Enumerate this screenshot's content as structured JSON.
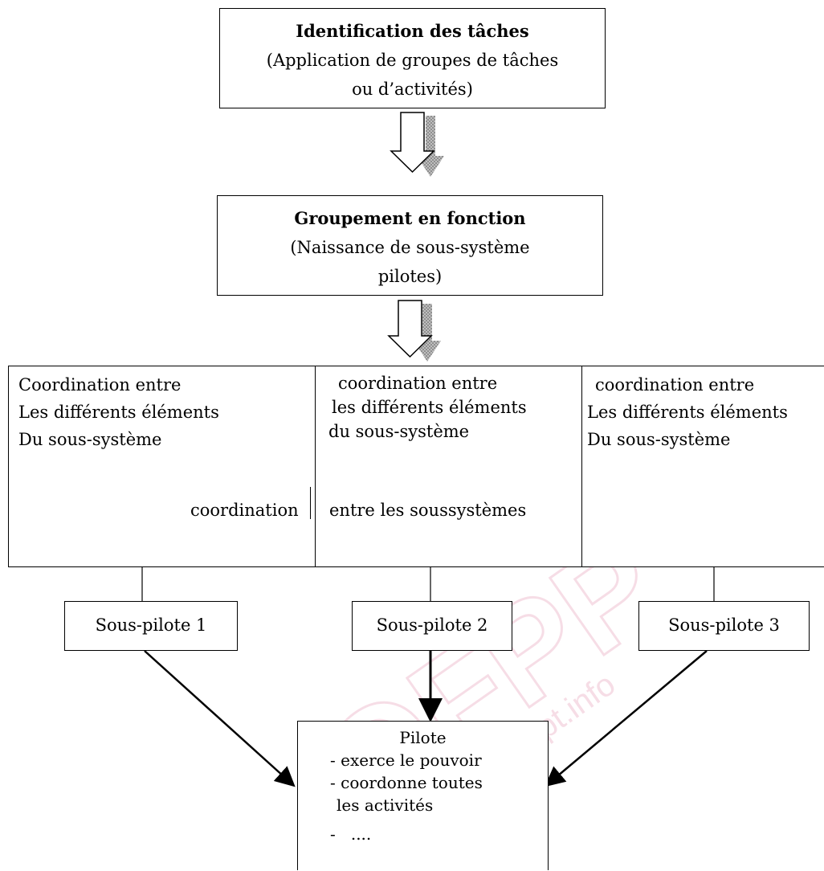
{
  "box1": {
    "title": "Identification des tâches",
    "line2": "(Application de groupes de tâches",
    "line3": "ou d’activités)"
  },
  "box2": {
    "title": "Groupement en fonction",
    "line2": "(Naissance de sous-système",
    "line3": "pilotes)"
  },
  "col1": {
    "l1": "Coordination entre",
    "l2": "Les différents éléments",
    "l3": "Du sous-système"
  },
  "col2": {
    "l1": "coordination entre",
    "l2": "les différents éléments",
    "l3": "du sous-système"
  },
  "col3": {
    "l1": "coordination entre",
    "l2": "Les différents éléments",
    "l3": "Du sous-système"
  },
  "between": {
    "left": "coordination",
    "right": "entre  les soussystèmes"
  },
  "subpilots": [
    "Sous-pilote 1",
    "Sous-pilote 2",
    "Sous-pilote 3"
  ],
  "pilot": {
    "title": "Pilote",
    "items": [
      "- exerce le pouvoir",
      "- coordonne toutes",
      "les activités",
      "-   ...."
    ]
  },
  "watermark": {
    "big": "OFPPT",
    "small": "www.ofppt.info",
    "color": "#e8a0b8"
  }
}
